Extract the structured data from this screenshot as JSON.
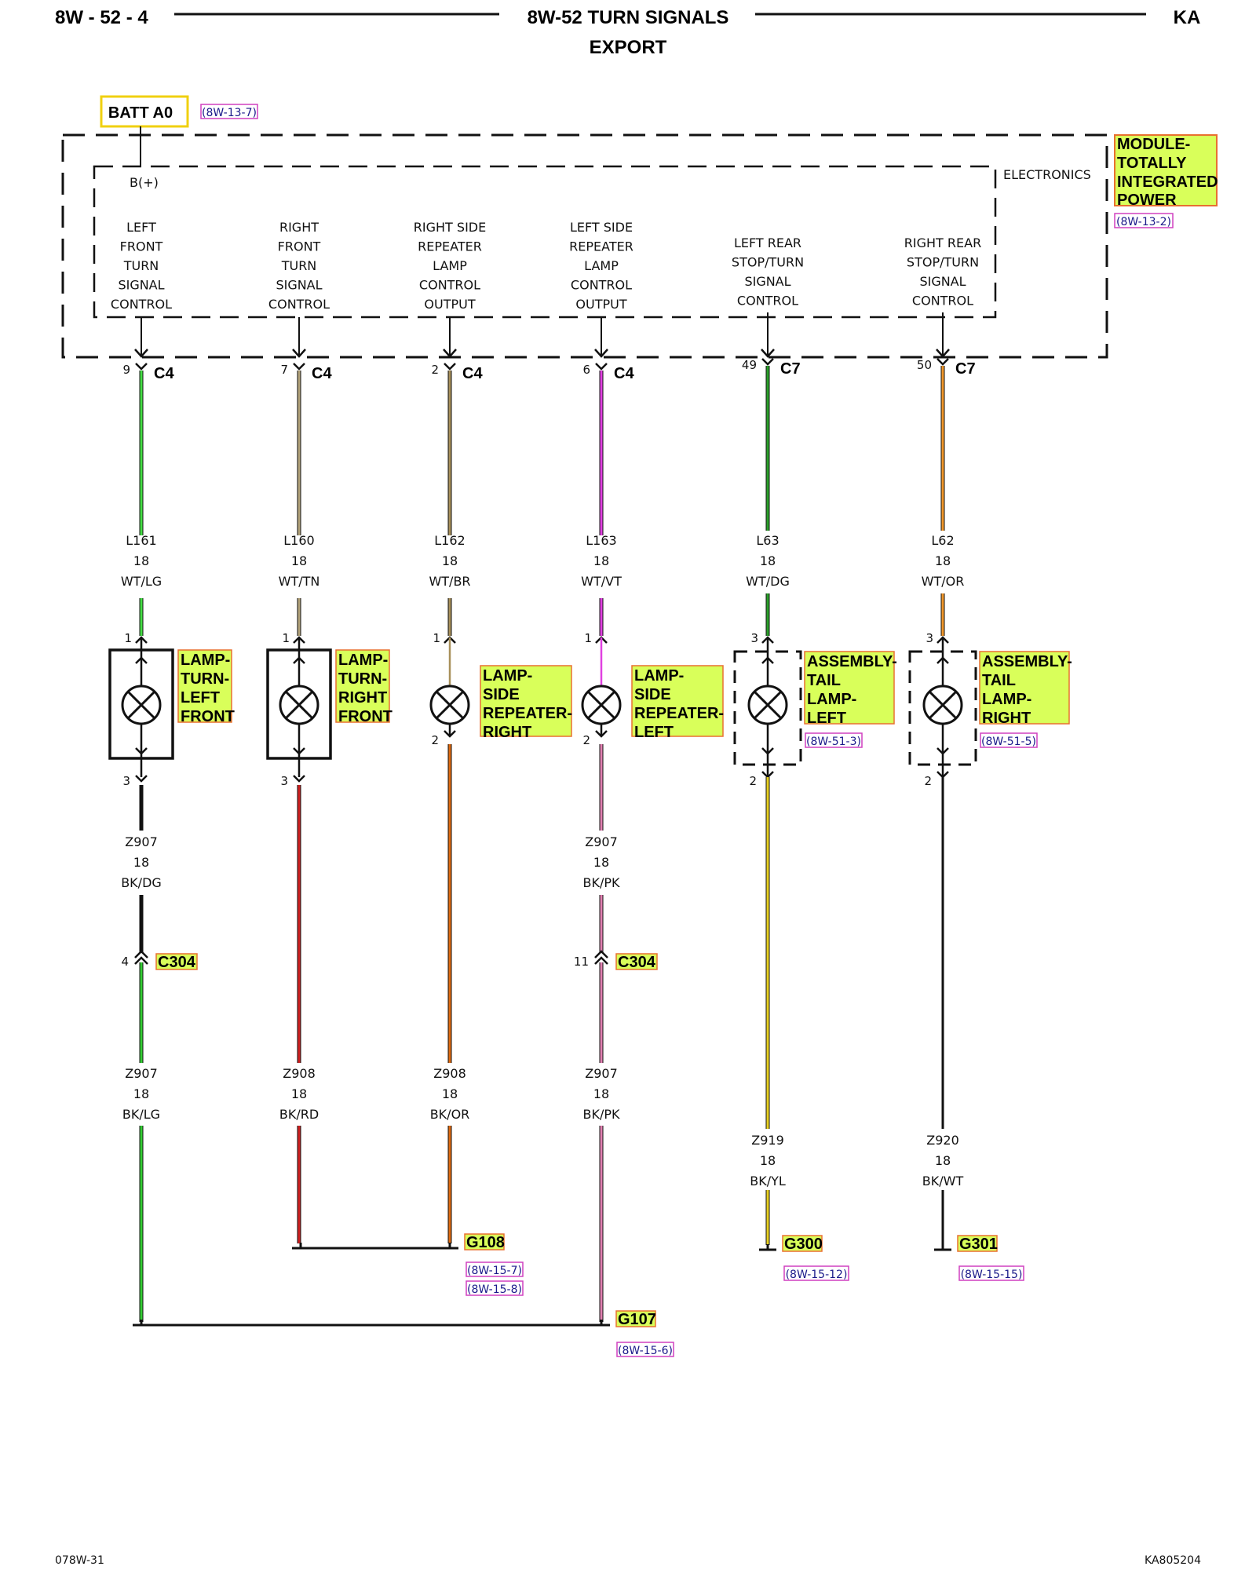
{
  "header": {
    "page": "8W - 52 - 4",
    "title": "8W-52 TURN SIGNALS",
    "subtitle": "EXPORT",
    "code": "KA"
  },
  "footer": {
    "left": "078W-31",
    "right": "KA805204"
  },
  "colors": {
    "WT/LG": "#44dd44",
    "WT/TN": "#b3a37a",
    "WT/BR": "#a8905a",
    "WT/VT": "#e040e0",
    "WT/DG": "#2aa02a",
    "WT/OR": "#f0962a",
    "BK/LG": "#33cc33",
    "BK/RD": "#d02020",
    "BK/OR": "#e06a10",
    "BK/PK": "#e080b0",
    "BK/YL": "#e8d020",
    "black": "#111111",
    "highlight": "#d9ff5a",
    "highlight_border": "#e87030",
    "ref_border": "#d040c0"
  },
  "power": {
    "label": "BATT A0",
    "ref": "(8W-13-7)"
  },
  "module": {
    "name_lines": [
      "MODULE-",
      "TOTALLY",
      "INTEGRATED",
      "POWER"
    ],
    "ref": "(8W-13-2)",
    "electronics_label": "ELECTRONICS",
    "bplus": "B(+)"
  },
  "circuits": [
    {
      "id": "lf",
      "function": [
        "LEFT",
        "FRONT",
        "TURN",
        "SIGNAL",
        "CONTROL"
      ],
      "pin": "9",
      "connector": "C4",
      "wire": {
        "code": "L161",
        "gauge": "18",
        "color": "WT/LG"
      }
    },
    {
      "id": "rf",
      "function": [
        "RIGHT",
        "FRONT",
        "TURN",
        "SIGNAL",
        "CONTROL"
      ],
      "pin": "7",
      "connector": "C4",
      "wire": {
        "code": "L160",
        "gauge": "18",
        "color": "WT/TN"
      }
    },
    {
      "id": "rsr",
      "function": [
        "RIGHT SIDE",
        "REPEATER",
        "LAMP",
        "CONTROL",
        "OUTPUT"
      ],
      "pin": "2",
      "connector": "C4",
      "wire": {
        "code": "L162",
        "gauge": "18",
        "color": "WT/BR"
      }
    },
    {
      "id": "lsr",
      "function": [
        "LEFT SIDE",
        "REPEATER",
        "LAMP",
        "CONTROL",
        "OUTPUT"
      ],
      "pin": "6",
      "connector": "C4",
      "wire": {
        "code": "L163",
        "gauge": "18",
        "color": "WT/VT"
      }
    },
    {
      "id": "lr",
      "function": [
        "LEFT REAR",
        "STOP/TURN",
        "SIGNAL",
        "CONTROL"
      ],
      "pin": "49",
      "connector": "C7",
      "wire": {
        "code": "L63",
        "gauge": "18",
        "color": "WT/DG"
      }
    },
    {
      "id": "rr",
      "function": [
        "RIGHT REAR",
        "STOP/TURN",
        "SIGNAL",
        "CONTROL"
      ],
      "pin": "50",
      "connector": "C7",
      "wire": {
        "code": "L62",
        "gauge": "18",
        "color": "WT/OR"
      }
    }
  ],
  "lamps": [
    {
      "id": "lf",
      "name_lines": [
        "LAMP-",
        "TURN-",
        "LEFT",
        "FRONT"
      ],
      "pin_in": "1",
      "pin_out": "3"
    },
    {
      "id": "rf",
      "name_lines": [
        "LAMP-",
        "TURN-",
        "RIGHT",
        "FRONT"
      ],
      "pin_in": "1",
      "pin_out": "3"
    },
    {
      "id": "rsr",
      "name_lines": [
        "LAMP-",
        "SIDE",
        "REPEATER-",
        "RIGHT"
      ],
      "pin_in": "1",
      "pin_out": "2"
    },
    {
      "id": "lsr",
      "name_lines": [
        "LAMP-",
        "SIDE",
        "REPEATER-",
        "LEFT"
      ],
      "pin_in": "1",
      "pin_out": "2"
    },
    {
      "id": "lr",
      "name_lines": [
        "ASSEMBLY-",
        "TAIL",
        "LAMP-",
        "LEFT"
      ],
      "ref": "(8W-51-3)",
      "pin_in": "3",
      "pin_out": "2"
    },
    {
      "id": "rr",
      "name_lines": [
        "ASSEMBLY-",
        "TAIL",
        "LAMP-",
        "RIGHT"
      ],
      "ref": "(8W-51-5)",
      "pin_in": "3",
      "pin_out": "2"
    }
  ],
  "ground_wires_upper": [
    {
      "id": "lf",
      "code": "Z907",
      "gauge": "18",
      "color": "BK/DG"
    },
    {
      "id": "lsr",
      "code": "Z907",
      "gauge": "18",
      "color": "BK/PK"
    }
  ],
  "inline_connectors": [
    {
      "id": "lf",
      "pin": "4",
      "name": "C304"
    },
    {
      "id": "lsr",
      "pin": "11",
      "name": "C304"
    }
  ],
  "ground_wires_lower": [
    {
      "id": "lf",
      "code": "Z907",
      "gauge": "18",
      "color": "BK/LG"
    },
    {
      "id": "rf",
      "code": "Z908",
      "gauge": "18",
      "color": "BK/RD"
    },
    {
      "id": "rsr",
      "code": "Z908",
      "gauge": "18",
      "color": "BK/OR"
    },
    {
      "id": "lsr",
      "code": "Z907",
      "gauge": "18",
      "color": "BK/PK"
    },
    {
      "id": "lr",
      "code": "Z919",
      "gauge": "18",
      "color": "BK/YL"
    },
    {
      "id": "rr",
      "code": "Z920",
      "gauge": "18",
      "color": "BK/WT"
    }
  ],
  "grounds": [
    {
      "id": "g108",
      "name": "G108",
      "refs": [
        "(8W-15-7)",
        "(8W-15-8)"
      ]
    },
    {
      "id": "g107",
      "name": "G107",
      "refs": [
        "(8W-15-6)"
      ]
    },
    {
      "id": "g300",
      "name": "G300",
      "refs": [
        "(8W-15-12)"
      ]
    },
    {
      "id": "g301",
      "name": "G301",
      "refs": [
        "(8W-15-15)"
      ]
    }
  ]
}
